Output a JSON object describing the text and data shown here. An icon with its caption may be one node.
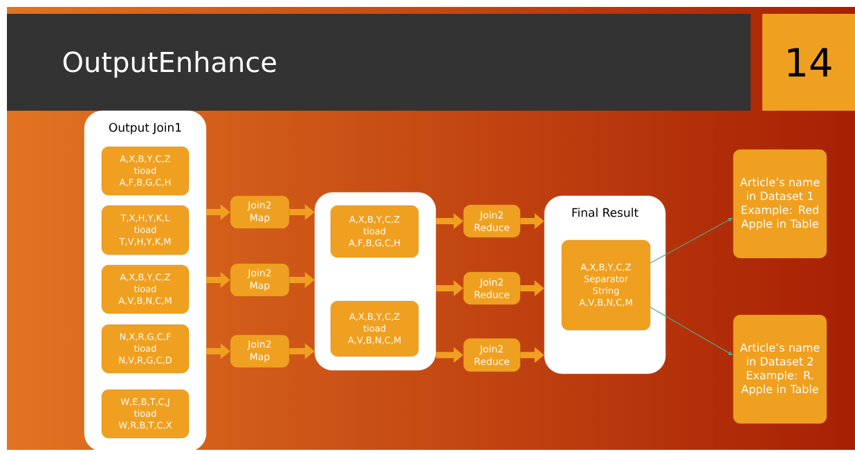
{
  "diagram": {
    "title": "OutputEnhance",
    "nodes": [
      {
        "text": [
          "Output Join1"
        ]
      },
      {
        "text": [
          "A,X,B,Y,C,Z tioad A,F,B,G,C,H"
        ],
        "in": 0
      },
      {
        "text": [
          "T,X,H,Y,K,L tioad T,V,H,Y,K,M"
        ],
        "in": 0
      },
      {
        "text": [
          "A,X,B,Y,C,Z tioad A,V,B,N,C,M"
        ],
        "in": 0
      },
      {
        "text": [
          "N,X,R,G,C,F tioad N,V,R,G,C,D"
        ],
        "in": 0
      },
      {
        "text": [
          "W,E,B,T,C,J tioad W,R,B,T,C,X"
        ],
        "in": 0
      },
      {
        "text": [
          "Join2 Map"
        ]
      },
      {
        "text": [
          "Join2 Map"
        ]
      },
      {
        "text": [
          "Join2 Map"
        ]
      },
      {
        "text": [],
        "shape": "box"
      },
      {
        "text": [
          "A,X,B,Y,C,Z tioad A,F,B,G,C,H"
        ],
        "in": 9
      },
      {
        "text": [
          "A,X,B,Y,C,Z tioad A,V,B,N,C,M"
        ],
        "in": 9
      },
      {
        "text": [
          "Join2 Reduce"
        ]
      },
      {
        "text": [
          "Join2 Reduce"
        ]
      },
      {
        "text": [
          "Join2 Reduce"
        ]
      },
      {
        "text": [
          "Final Result"
        ]
      },
      {
        "text": [
          "A,X,B,Y,C,Z Separator String A,V,B,N,C,M"
        ],
        "in": 15
      },
      {
        "text": [
          "Article’s name in Dataset 1 Example: Red Apple in Table"
        ]
      },
      {
        "text": [
          "Article’s name in Dataset 2 Example: R. Apple in Table"
        ]
      }
    ],
    "edges": [
      {
        "from": 0,
        "to": 6,
        "arrow": "to"
      },
      {
        "from": 0,
        "to": 7,
        "arrow": "to"
      },
      {
        "from": 0,
        "to": 8,
        "arrow": "to"
      },
      {
        "from": 6,
        "to": 9,
        "arrow": "to"
      },
      {
        "from": 7,
        "to": 9,
        "arrow": "to"
      },
      {
        "from": 8,
        "to": 9,
        "arrow": "to"
      },
      {
        "from": 9,
        "to": 12,
        "arrow": "to"
      },
      {
        "from": 9,
        "to": 13,
        "arrow": "to"
      },
      {
        "from": 9,
        "to": 14,
        "arrow": "to"
      },
      {
        "from": 12,
        "to": 15,
        "arrow": "to"
      },
      {
        "from": 13,
        "to": 15,
        "arrow": "to"
      },
      {
        "from": 14,
        "to": 15,
        "arrow": "to"
      },
      {
        "from": 16,
        "to": 17,
        "arrow": "to",
        "color": "#5f9e80"
      },
      {
        "from": 16,
        "to": 18,
        "arrow": "to",
        "color": "#5f9e80"
      }
    ],
    "labels": [
      "14"
    ]
  }
}
